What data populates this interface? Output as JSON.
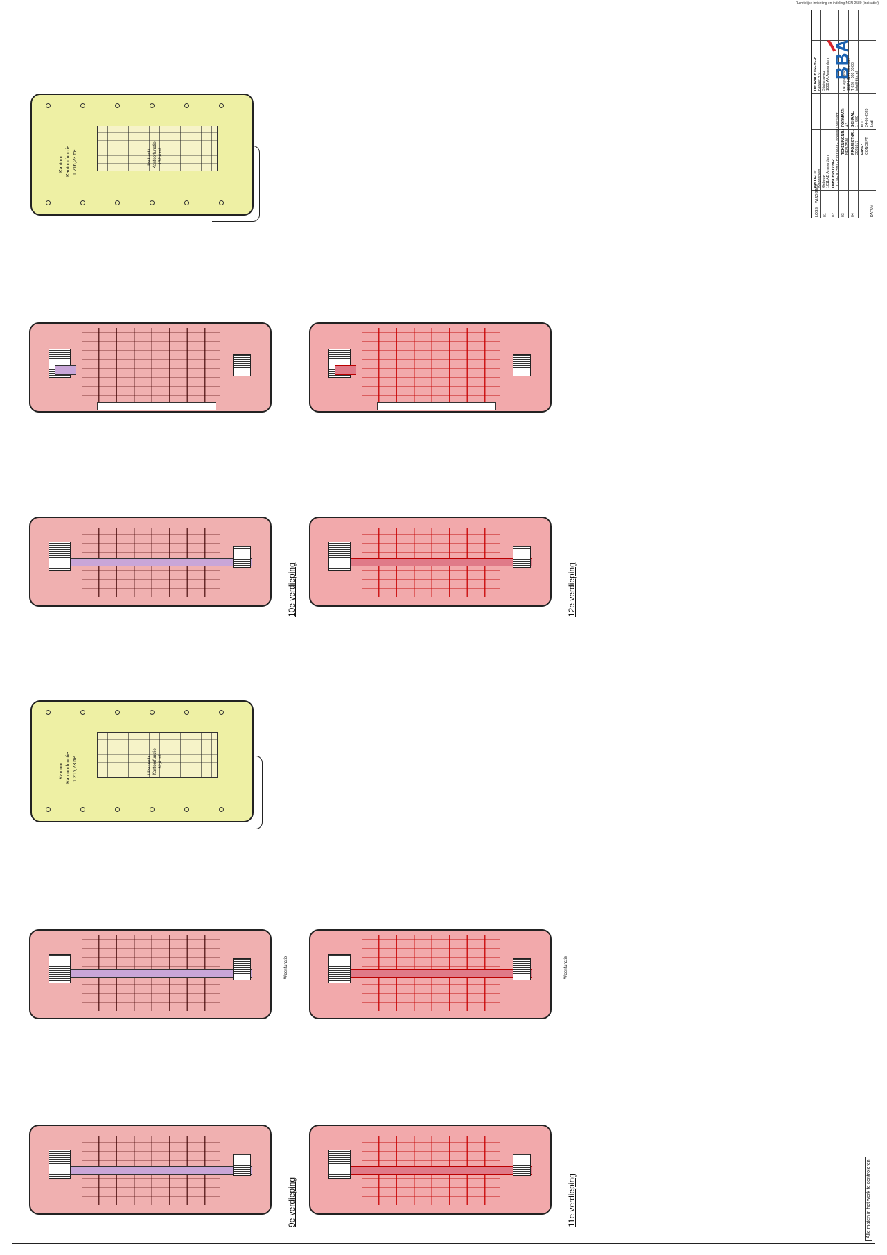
{
  "sheet": {
    "top_note": "Ruimtelijke inrichting en indeling NEN 2580 (indicatief)",
    "footer_note": "Alle maten in het werk te controleren"
  },
  "title_block": {
    "logo": "BBA",
    "project_label": "PROJECT:",
    "project_lines": [
      "Wagenplein",
      "Gebouw",
      "1011 AB Amsterdam"
    ],
    "client_label": "OPDRACHTGEVER:",
    "client_lines": [
      "Beheer B.V.",
      "Stationsweg",
      "1000 AA Amsterdam"
    ],
    "description_label": "OMSCHRIJVING:",
    "description": "10 - NEN 2580 - BVO/VVO - Indeling Overzicht",
    "fields": [
      {
        "label": "TEKENINGNR.:",
        "value": "NEN-2580"
      },
      {
        "label": "PROJECTNR.:",
        "value": "2021017"
      },
      {
        "label": "FORMAAT:",
        "value": "A3"
      },
      {
        "label": "SCHAAL:",
        "value": "1 : 500"
      },
      {
        "label": "FASE:",
        "value": "CONCEPT"
      },
      {
        "label": "D.D.:",
        "value": "24-06-2020"
      },
      {
        "label": "GETEKEND:",
        "value": "LvdH"
      }
    ],
    "revisions_header": [
      "LOSS",
      "WIJZIGING",
      "DATUM"
    ],
    "revision_rows": [
      "01",
      "02",
      "03",
      "04"
    ],
    "address_lines": [
      "De Vijzelgracht 1",
      "1017 HN Amsterdam",
      "T 020 - 000 00 00",
      "info@bba.nl"
    ]
  },
  "plans": {
    "office_top": {
      "label_1": "Kantoor",
      "label_2": "Kantoorfunctie",
      "label_3": "1.216,23 m²",
      "core_label_1": "Liftschacht",
      "core_label_2": "Kantoorfunctie",
      "core_label_3": "132,4 m²"
    },
    "office_mid": {
      "label_1": "Kantoor",
      "label_2": "Kantoorfunctie",
      "label_3": "1.216,23 m²",
      "core_label_1": "Liftschacht",
      "core_label_2": "Kantoorfunctie",
      "core_label_3": "132,4 m²"
    },
    "floor_10": "10e verdieping",
    "floor_12": "12e verdieping",
    "floor_9": "9e verdieping",
    "floor_11": "11e verdieping",
    "unit_label_a": "Woonfunctie",
    "unit_label_b": "Woonfunctie"
  }
}
